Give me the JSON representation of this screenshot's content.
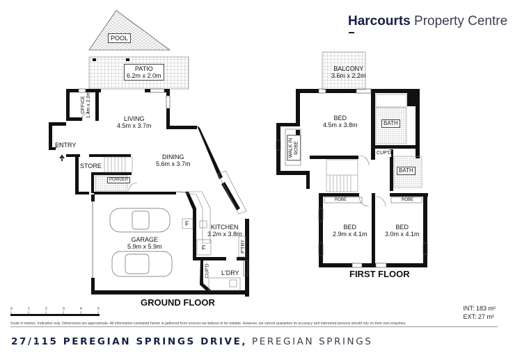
{
  "brand": {
    "name_bold": "Harcourts",
    "name_light": " Property Centre",
    "color_primary": "#14204a"
  },
  "ground_floor": {
    "label": "GROUND FLOOR",
    "rooms": [
      {
        "id": "pool",
        "name": "POOL",
        "dims": ""
      },
      {
        "id": "patio",
        "name": "PATIO",
        "dims": "6.2m x 2.0m"
      },
      {
        "id": "office",
        "name": "OFFICE",
        "dims": "1.4m x 2.0m"
      },
      {
        "id": "living",
        "name": "LIVING",
        "dims": "4.5m x 3.7m"
      },
      {
        "id": "entry",
        "name": "ENTRY",
        "dims": ""
      },
      {
        "id": "store",
        "name": "STORE",
        "dims": ""
      },
      {
        "id": "dining",
        "name": "DINING",
        "dims": "5.6m x 3.7m"
      },
      {
        "id": "powder",
        "name": "POWDER",
        "dims": ""
      },
      {
        "id": "garage",
        "name": "GARAGE",
        "dims": "5.9m x 5.9m"
      },
      {
        "id": "kitchen",
        "name": "KITCHEN",
        "dims": "3.2m x 3.8m"
      },
      {
        "id": "pantry",
        "name": "P'TRY",
        "dims": ""
      },
      {
        "id": "cupd",
        "name": "CUP'D",
        "dims": ""
      },
      {
        "id": "laundry",
        "name": "L'DRY",
        "dims": ""
      },
      {
        "id": "fridge1",
        "name": "F",
        "dims": ""
      },
      {
        "id": "fridge2",
        "name": "F",
        "dims": ""
      }
    ]
  },
  "first_floor": {
    "label": "FIRST FLOOR",
    "rooms": [
      {
        "id": "balcony",
        "name": "BALCONY",
        "dims": "3.6m x 2.2m"
      },
      {
        "id": "bed1",
        "name": "BED",
        "dims": "4.5m x 3.8m"
      },
      {
        "id": "walkin",
        "name": "WALK IN",
        "dims": "ROBE"
      },
      {
        "id": "bath1",
        "name": "BATH",
        "dims": ""
      },
      {
        "id": "cupd",
        "name": "CUP'D",
        "dims": ""
      },
      {
        "id": "bath2",
        "name": "BATH",
        "dims": ""
      },
      {
        "id": "robe1",
        "name": "ROBE",
        "dims": ""
      },
      {
        "id": "robe2",
        "name": "ROBE",
        "dims": ""
      },
      {
        "id": "bed2",
        "name": "BED",
        "dims": "2.9m x 4.1m"
      },
      {
        "id": "bed3",
        "name": "BED",
        "dims": "3.0m x 4.1m"
      }
    ]
  },
  "scale": {
    "ticks": [
      "0",
      "1",
      "2",
      "3",
      "4",
      "5"
    ],
    "unit": "metres"
  },
  "area": {
    "int": "INT: 183 m²",
    "ext": "EXT: 27 m²"
  },
  "disclaimer": "Scale in metres. Indicative only. Dimensions are approximate. All information contained herein is gathered from sources we believe to be reliable. However, we cannot guarantee its accuracy and interested persons should rely on their own enquiries.",
  "address": {
    "street": "27/115 PEREGIAN SPRINGS DRIVE,",
    "suburb": " PEREGIAN SPRINGS"
  }
}
